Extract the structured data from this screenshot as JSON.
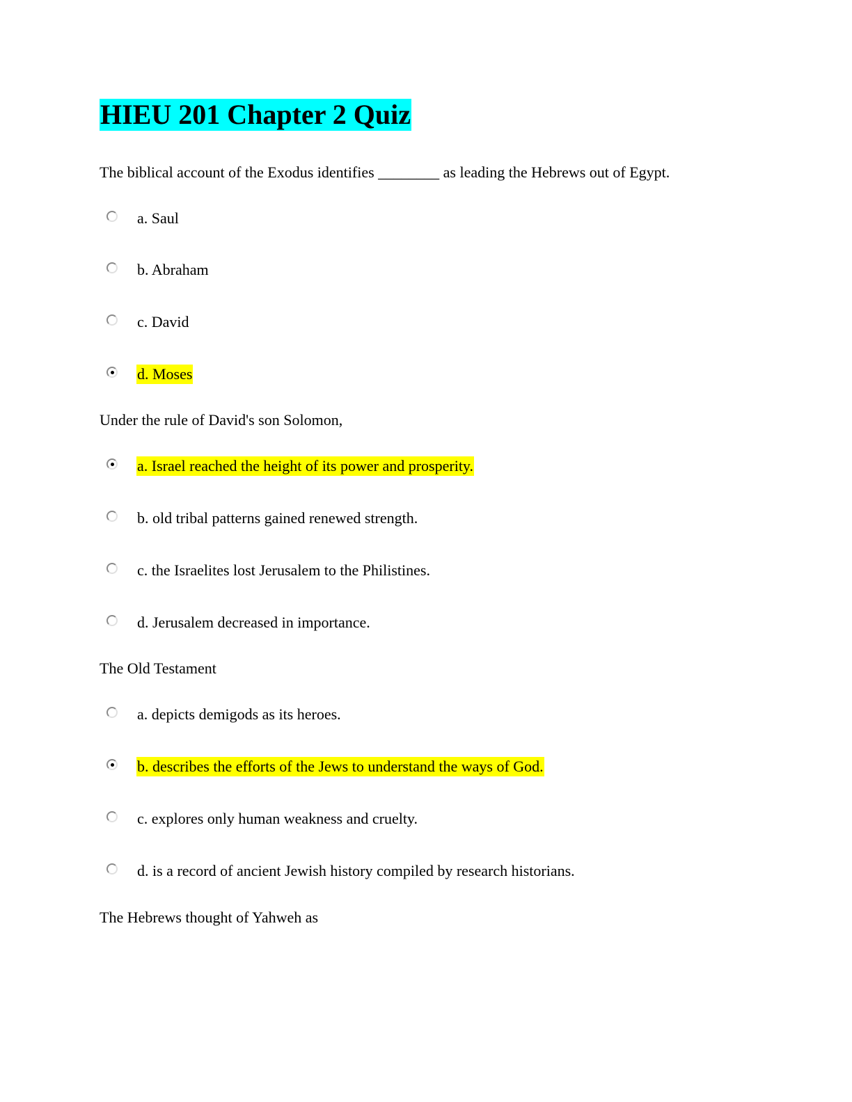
{
  "title": "HIEU 201 Chapter 2 Quiz",
  "questions": [
    {
      "text": "The biblical account of the Exodus identifies ________ as leading the Hebrews out of Egypt.",
      "options": [
        {
          "label": "a. Saul",
          "selected": false
        },
        {
          "label": "b. Abraham",
          "selected": false
        },
        {
          "label": "c. David",
          "selected": false
        },
        {
          "label": "d. Moses",
          "selected": true
        }
      ]
    },
    {
      "text": "Under the rule of David's son Solomon,",
      "options": [
        {
          "label": "a. Israel reached the height of its power and prosperity.",
          "selected": true
        },
        {
          "label": "b. old tribal patterns gained renewed strength.",
          "selected": false
        },
        {
          "label": "c. the Israelites lost Jerusalem to the Philistines.",
          "selected": false
        },
        {
          "label": "d. Jerusalem decreased in importance.",
          "selected": false
        }
      ]
    },
    {
      "text": "The Old Testament",
      "options": [
        {
          "label": "a. depicts demigods as its heroes.",
          "selected": false
        },
        {
          "label": "b. describes the efforts of the Jews to understand the ways of God.",
          "selected": true
        },
        {
          "label": "c. explores only human weakness and cruelty.",
          "selected": false
        },
        {
          "label": "d. is a record of ancient Jewish history compiled by research historians.",
          "selected": false
        }
      ]
    },
    {
      "text": "The Hebrews thought of Yahweh as",
      "options": []
    }
  ],
  "colors": {
    "title_highlight": "#00ffff",
    "answer_highlight": "#ffff00"
  }
}
